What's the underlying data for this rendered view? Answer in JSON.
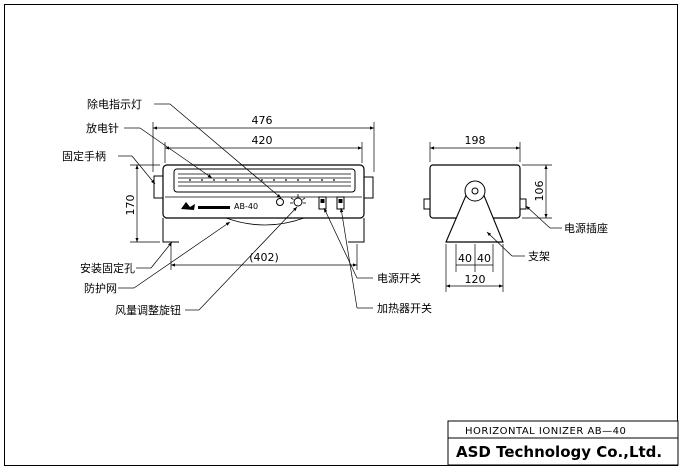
{
  "dimensions": {
    "front_overall_width": "476",
    "front_body_width": "420",
    "front_height": "170",
    "mount_spacing": "(402)",
    "side_depth": "198",
    "side_height": "106",
    "stand_segment_a": "40",
    "stand_segment_b": "40",
    "stand_width": "120"
  },
  "front_panel": {
    "model_text": "AB-40"
  },
  "labels": {
    "power_indicator": "除电指示灯",
    "discharge_needle": "放电针",
    "fixed_handle": "固定手柄",
    "mount_hole": "安装固定孔",
    "guard_mesh": "防护网",
    "airflow_knob": "风量调整旋钮",
    "power_switch": "电源开关",
    "heater_switch": "加热器开关",
    "power_socket": "电源插座",
    "stand": "支架"
  },
  "title_block": {
    "product": "HORIZONTAL IONIZER AB—40",
    "company": "ASD Technology Co.,Ltd."
  }
}
